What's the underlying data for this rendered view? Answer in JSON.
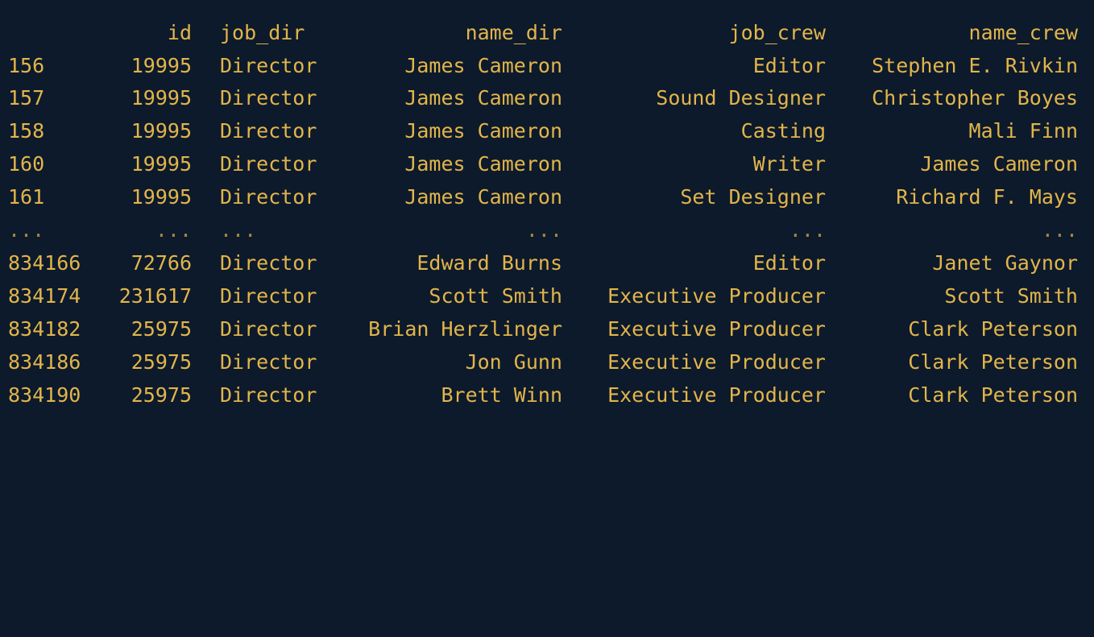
{
  "dataframe": {
    "columns": [
      "id",
      "job_dir",
      "name_dir",
      "job_crew",
      "name_crew"
    ],
    "rows": [
      {
        "index": "156",
        "id": "19995",
        "job_dir": "Director",
        "name_dir": "James Cameron",
        "job_crew": "Editor",
        "name_crew": "Stephen E. Rivkin"
      },
      {
        "index": "157",
        "id": "19995",
        "job_dir": "Director",
        "name_dir": "James Cameron",
        "job_crew": "Sound Designer",
        "name_crew": "Christopher Boyes"
      },
      {
        "index": "158",
        "id": "19995",
        "job_dir": "Director",
        "name_dir": "James Cameron",
        "job_crew": "Casting",
        "name_crew": "Mali Finn"
      },
      {
        "index": "160",
        "id": "19995",
        "job_dir": "Director",
        "name_dir": "James Cameron",
        "job_crew": "Writer",
        "name_crew": "James Cameron"
      },
      {
        "index": "161",
        "id": "19995",
        "job_dir": "Director",
        "name_dir": "James Cameron",
        "job_crew": "Set Designer",
        "name_crew": "Richard F. Mays"
      },
      {
        "index": "...",
        "id": "...",
        "job_dir": "...",
        "name_dir": "...",
        "job_crew": "...",
        "name_crew": "..."
      },
      {
        "index": "834166",
        "id": "72766",
        "job_dir": "Director",
        "name_dir": "Edward Burns",
        "job_crew": "Editor",
        "name_crew": "Janet Gaynor"
      },
      {
        "index": "834174",
        "id": "231617",
        "job_dir": "Director",
        "name_dir": "Scott Smith",
        "job_crew": "Executive Producer",
        "name_crew": "Scott Smith"
      },
      {
        "index": "834182",
        "id": "25975",
        "job_dir": "Director",
        "name_dir": "Brian Herzlinger",
        "job_crew": "Executive Producer",
        "name_crew": "Clark Peterson"
      },
      {
        "index": "834186",
        "id": "25975",
        "job_dir": "Director",
        "name_dir": "Jon Gunn",
        "job_crew": "Executive Producer",
        "name_crew": "Clark Peterson"
      },
      {
        "index": "834190",
        "id": "25975",
        "job_dir": "Director",
        "name_dir": "Brett Winn",
        "job_crew": "Executive Producer",
        "name_crew": "Clark Peterson"
      }
    ]
  },
  "colors": {
    "background": "#0d1a2c",
    "text": "#e2b54a"
  }
}
